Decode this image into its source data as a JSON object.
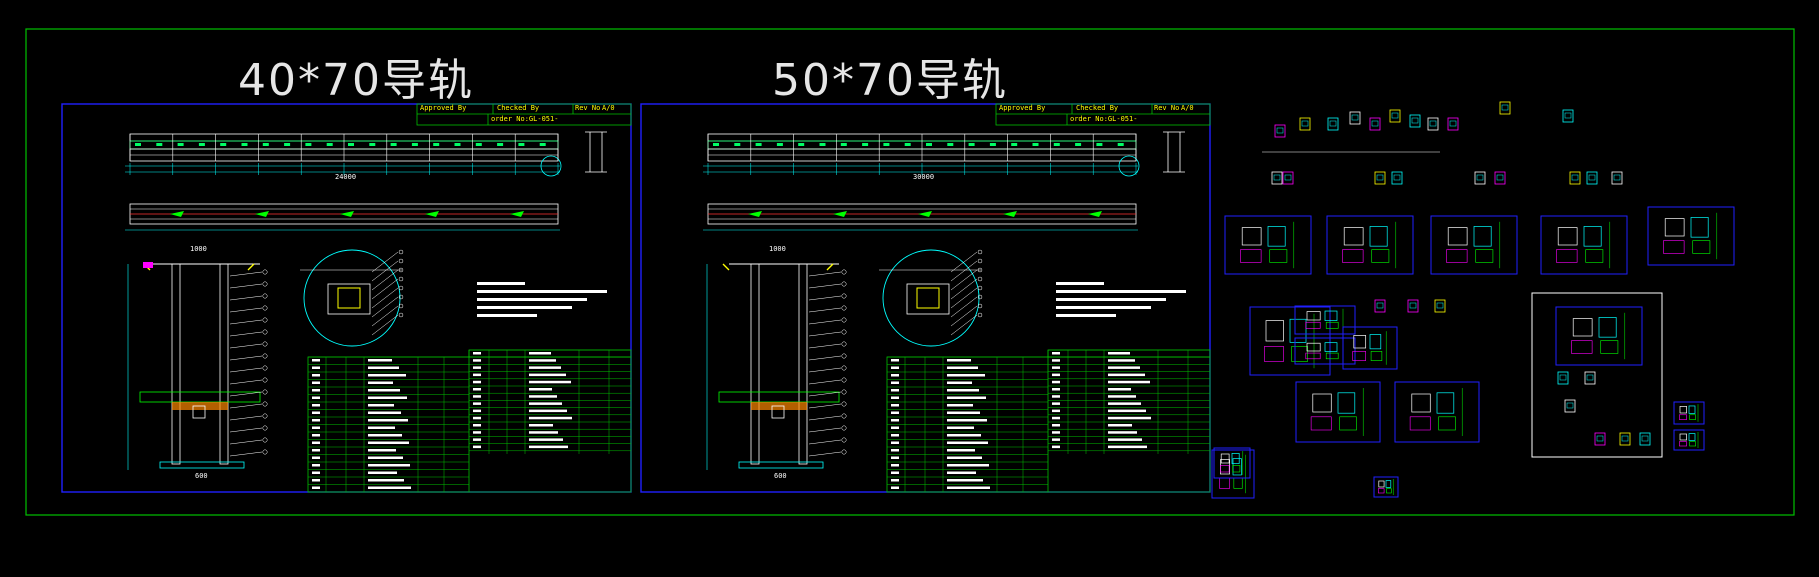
{
  "titles": {
    "left": "40*70导轨",
    "right": "50*70导轨"
  },
  "title_blocks": {
    "approved": "Approved By",
    "checked": "Checked By",
    "rev_no": "Rev No",
    "rev_val": "A/0",
    "order_left": "order No:GL-051-",
    "order_right": "order No:GL-051-"
  },
  "dims": {
    "left_total": "24000",
    "right_total": "30000",
    "width_label": "1000",
    "left_bottom": "600",
    "right_bottom": "600"
  },
  "colors": {
    "background": "#000000",
    "frame": "#00c000",
    "sheet": "#0000ff",
    "title_text": "#e6e6e6",
    "detail": "#00ffff",
    "accent": "#ffff00",
    "mark": "#ff00ff"
  }
}
